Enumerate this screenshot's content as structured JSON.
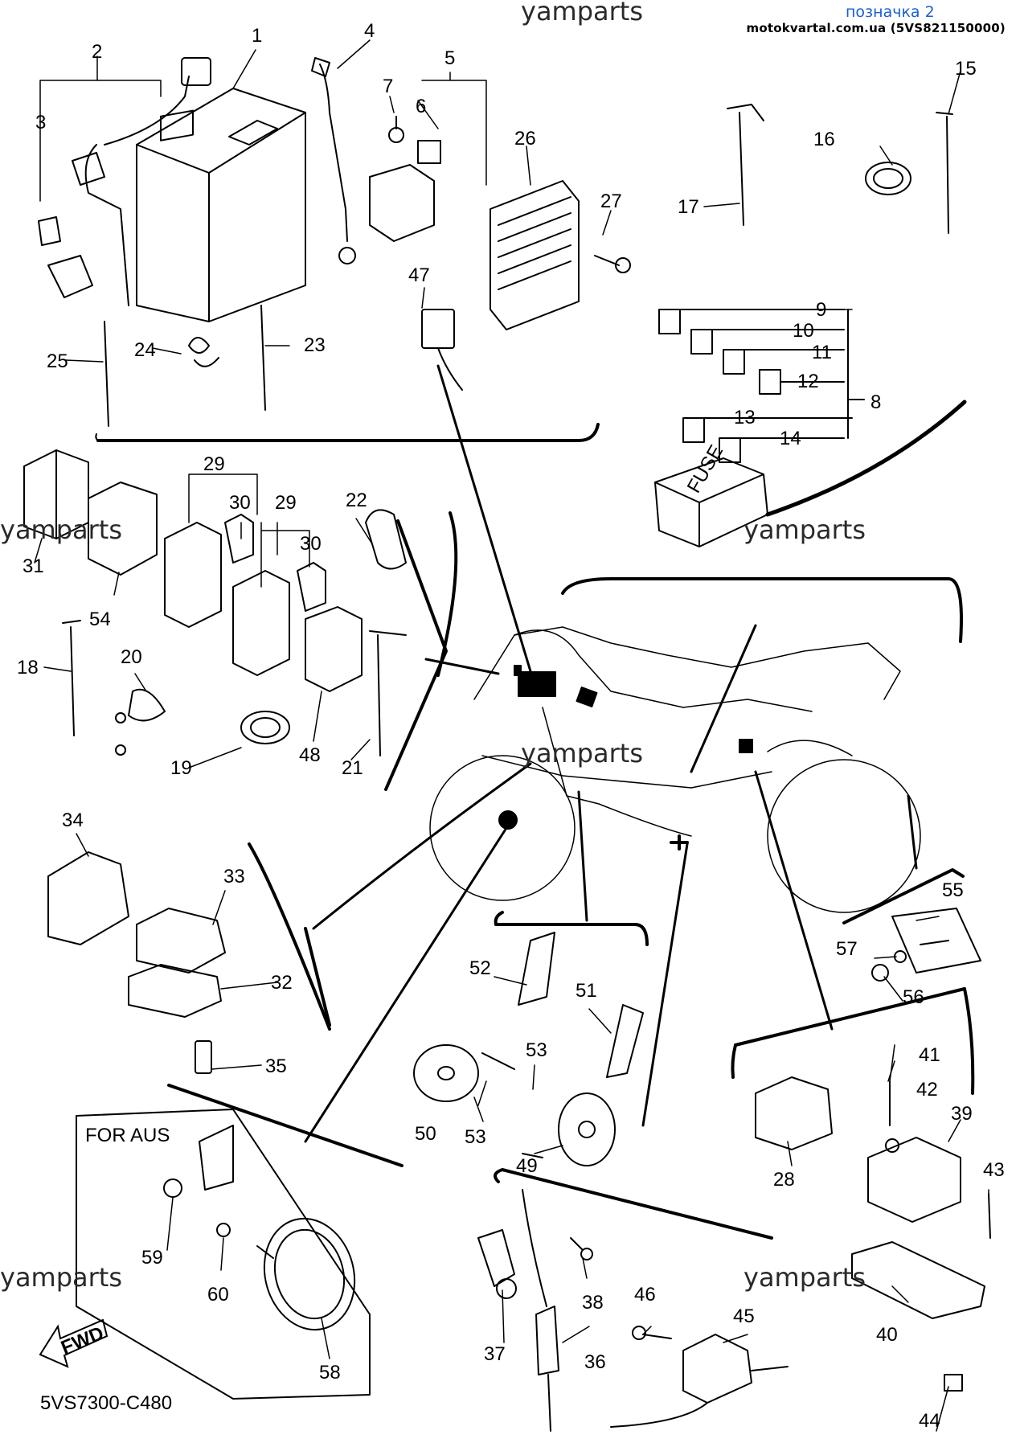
{
  "header": {
    "tag": "позначка 2",
    "site": "motokvartal.com.ua (5VS821150000)"
  },
  "watermark": "yamparts",
  "diagram_code": "5VS7300-C480",
  "box_label": "FOR AUS",
  "fuse_label": "FUSE",
  "fwd_label": "FWD",
  "callouts": {
    "c1": "1",
    "c2": "2",
    "c3": "3",
    "c4": "4",
    "c5": "5",
    "c6": "6",
    "c7": "7",
    "c8": "8",
    "c9": "9",
    "c10": "10",
    "c11": "11",
    "c12": "12",
    "c13": "13",
    "c14": "14",
    "c15": "15",
    "c16": "16",
    "c17": "17",
    "c18": "18",
    "c19": "19",
    "c20": "20",
    "c21": "21",
    "c22": "22",
    "c23": "23",
    "c24": "24",
    "c25": "25",
    "c26": "26",
    "c27": "27",
    "c28": "28",
    "c29a": "29",
    "c29b": "29",
    "c30a": "30",
    "c30b": "30",
    "c31": "31",
    "c32": "32",
    "c33": "33",
    "c34": "34",
    "c35": "35",
    "c36": "36",
    "c37": "37",
    "c38": "38",
    "c39": "39",
    "c40": "40",
    "c41": "41",
    "c42": "42",
    "c43": "43",
    "c44": "44",
    "c45": "45",
    "c46": "46",
    "c47": "47",
    "c48": "48",
    "c49": "49",
    "c50": "50",
    "c51": "51",
    "c52": "52",
    "c53a": "53",
    "c53b": "53",
    "c54": "54",
    "c55": "55",
    "c56": "56",
    "c57": "57",
    "c58": "58",
    "c59": "59",
    "c60": "60"
  }
}
